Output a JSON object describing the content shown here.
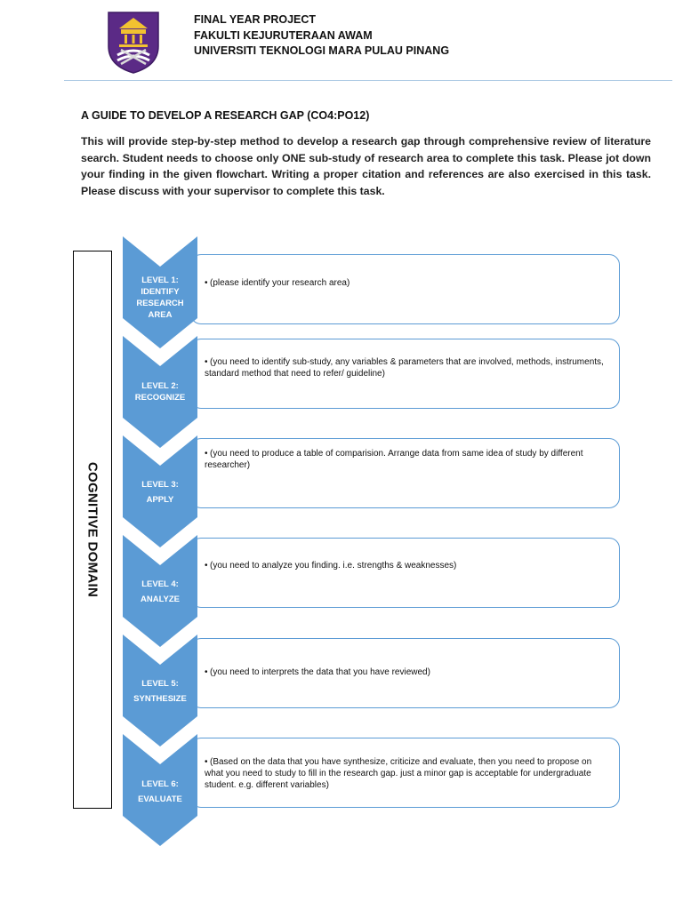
{
  "header": {
    "line1": "FINAL YEAR PROJECT",
    "line2": "FAKULTI KEJURUTERAAN AWAM",
    "line3": "UNIVERSITI TEKNOLOGI MARA PULAU PINANG"
  },
  "guide_title": "A GUIDE TO DEVELOP A RESEARCH GAP (CO4:PO12)",
  "intro": "This will provide step-by-step method to develop a research gap through comprehensive review of literature search. Student needs to choose only ONE sub-study of research area to complete this task. Please jot down your finding in the given flowchart. Writing a proper citation and references are also exercised in this task. Please discuss with your supervisor to complete this task.",
  "domain_label": "COGNITIVE DOMAIN",
  "colors": {
    "chevron": "#5b9bd5",
    "box_border": "#5b9bd5",
    "rule": "#a9c7e3"
  },
  "levels": [
    {
      "num": "LEVEL 1:",
      "name": "IDENTIFY RESEARCH AREA",
      "bullet": "•",
      "text": "(please identify your research area)"
    },
    {
      "num": "LEVEL 2:",
      "name": "RECOGNIZE",
      "bullet": "•",
      "text": "(you need to identify sub-study, any variables & parameters that are involved, methods, instruments, standard method that need to refer/ guideline)"
    },
    {
      "num": "LEVEL 3:",
      "name": "APPLY",
      "bullet": "•",
      "text": "(you need to produce a table of comparision. Arrange data from same idea of study by different researcher)"
    },
    {
      "num": "LEVEL 4:",
      "name": "ANALYZE",
      "bullet": "•",
      "text": "(you need to analyze you finding. i.e. strengths & weaknesses)"
    },
    {
      "num": "LEVEL 5:",
      "name": "SYNTHESIZE",
      "bullet": "•",
      "text": "(you need to interprets the data that you have reviewed)"
    },
    {
      "num": "LEVEL 6:",
      "name": "EVALUATE",
      "bullet": "•",
      "text": "(Based on the data that you have synthesize, criticize and evaluate, then you need to propose on what you need to study to fill in the research gap. just a minor gap is acceptable for undergraduate student. e.g. different variables)"
    }
  ]
}
